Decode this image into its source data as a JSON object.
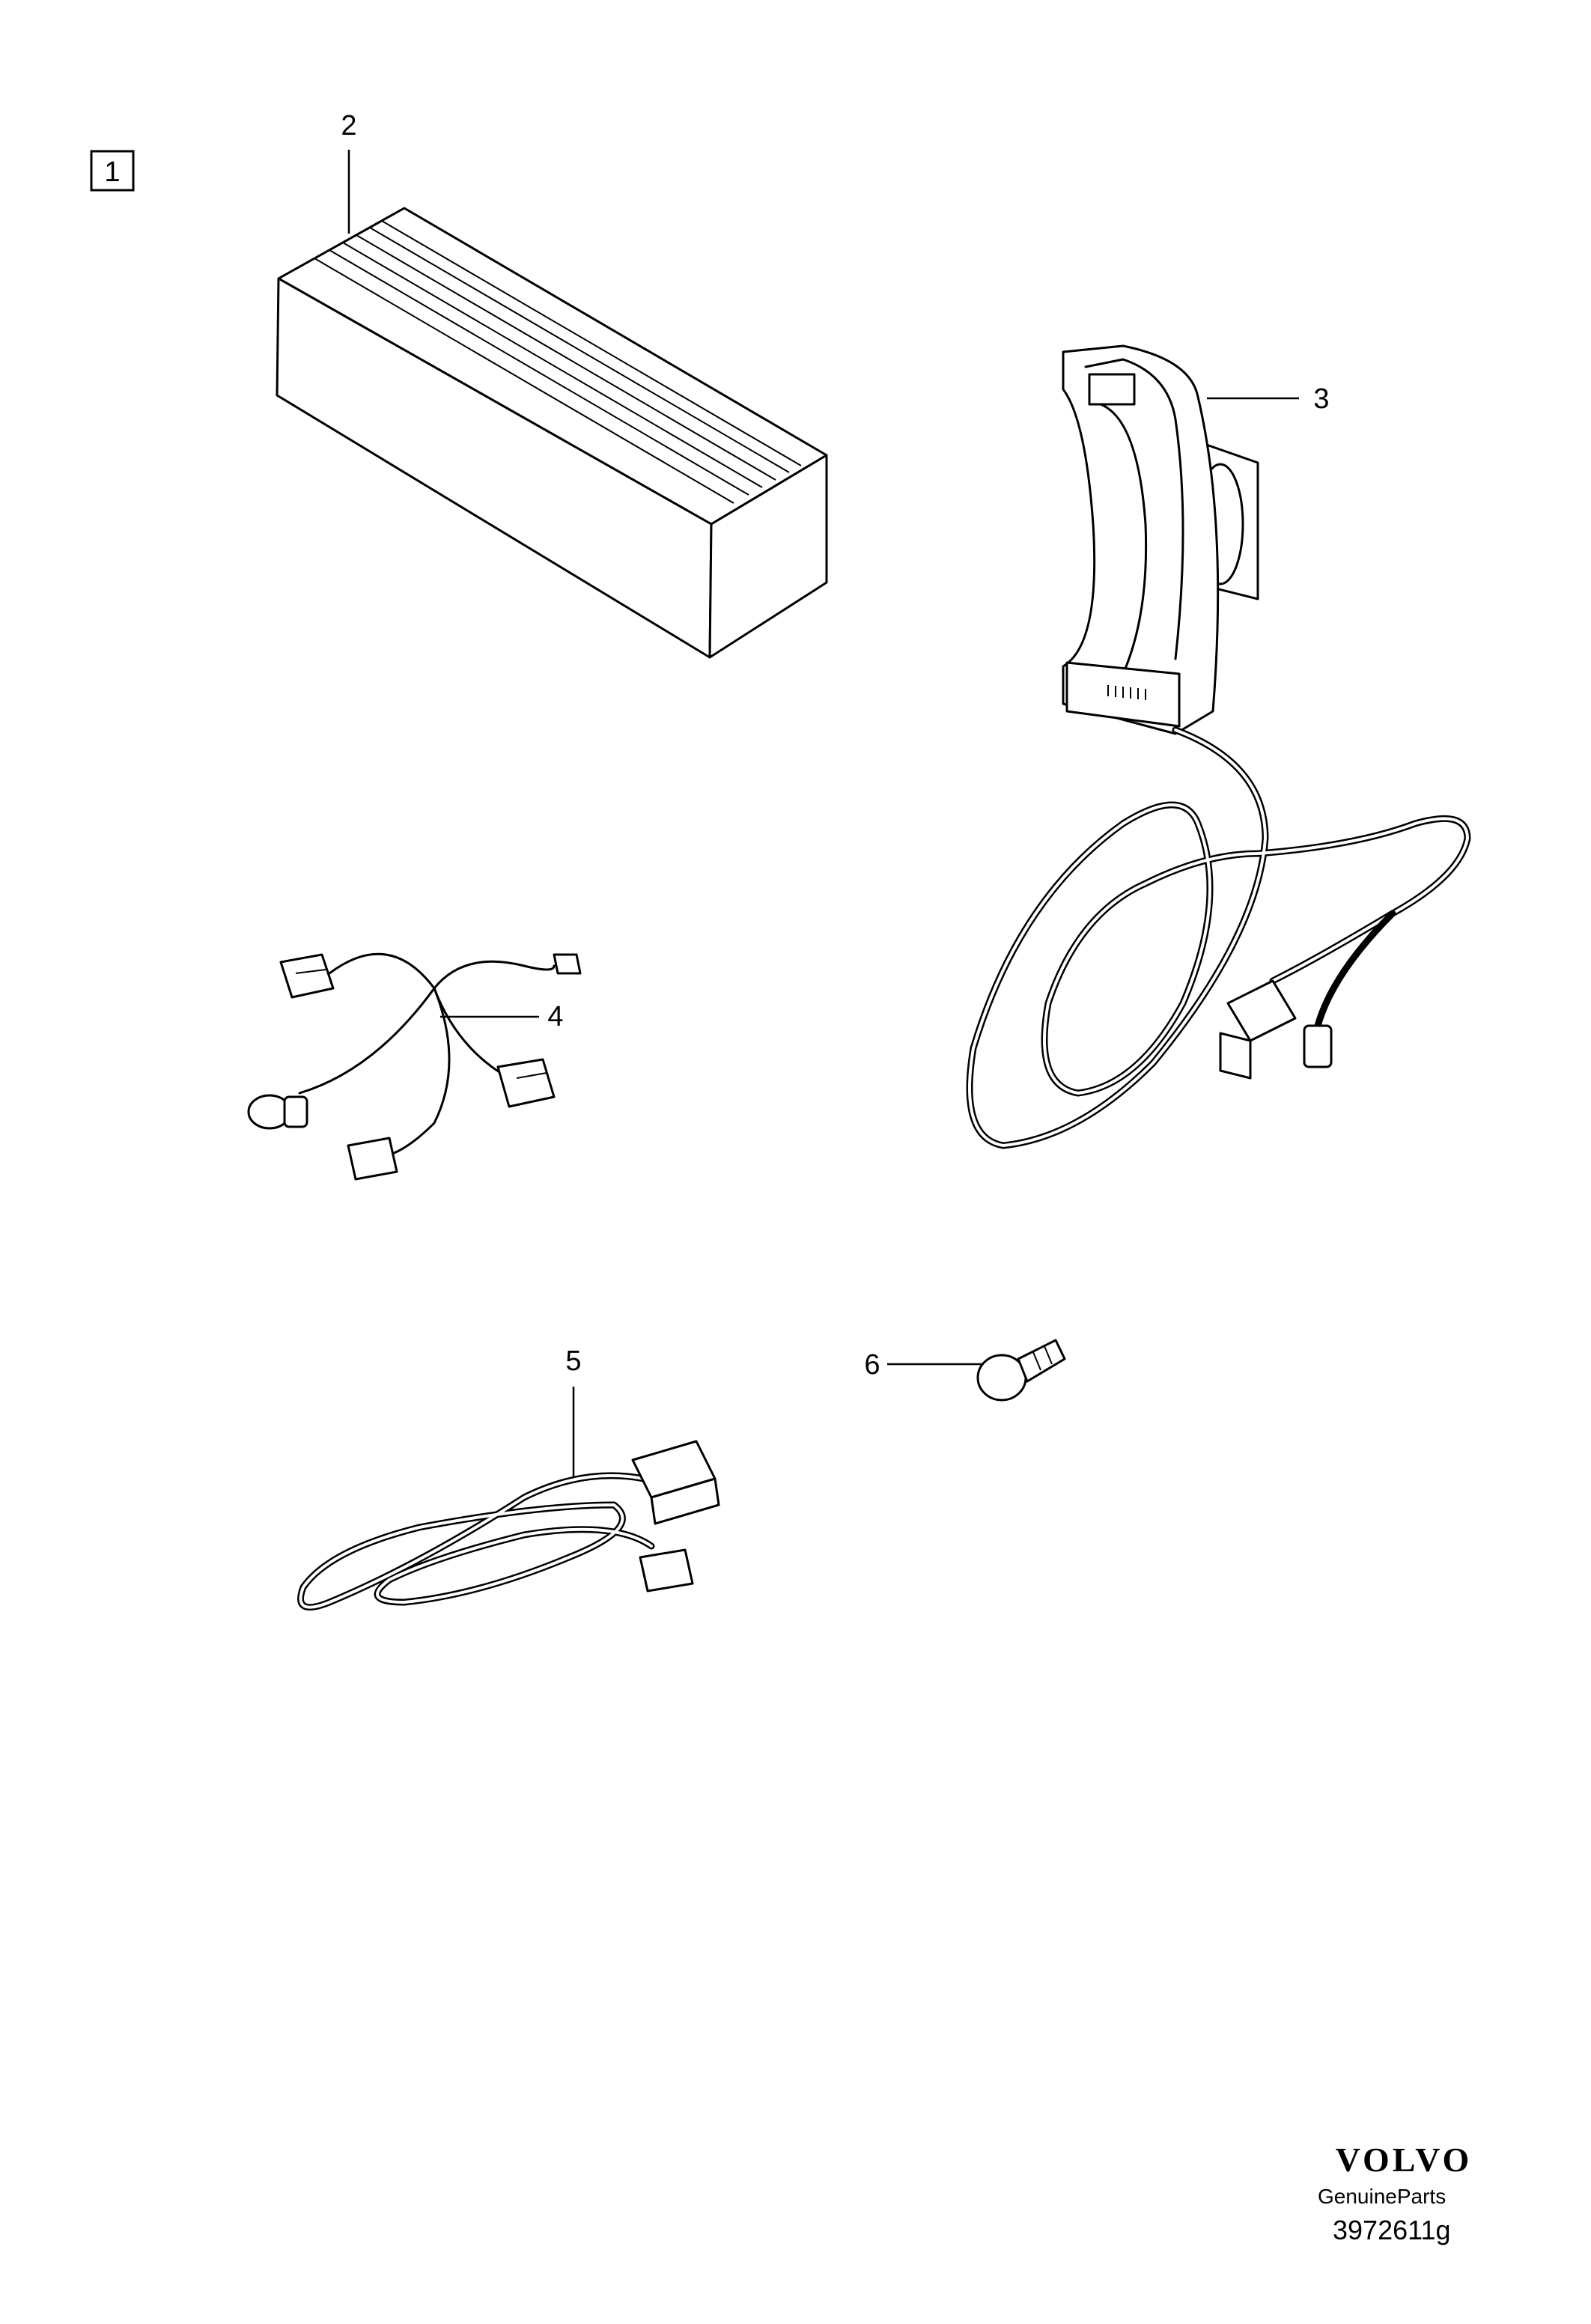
{
  "callouts": {
    "kit": "1",
    "box": "2",
    "holder": "3",
    "harness": "4",
    "cable": "5",
    "screw": "6"
  },
  "brand": {
    "logo": "VOLVO",
    "subtitle": "GenuineParts"
  },
  "reference": "3972611g"
}
